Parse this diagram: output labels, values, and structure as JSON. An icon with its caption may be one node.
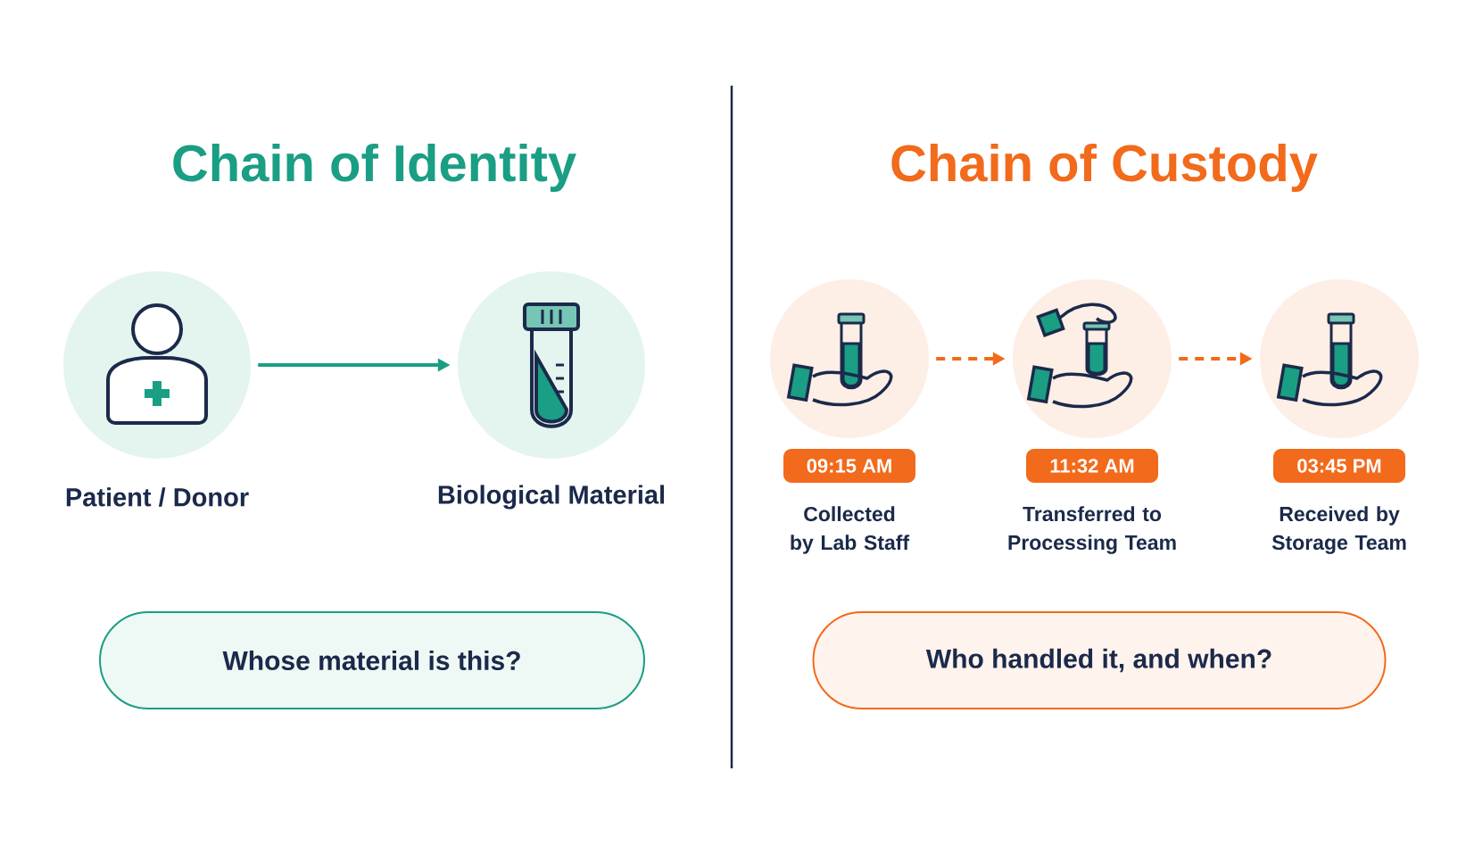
{
  "diagram": {
    "nodes": [
      {
        "text": [],
        "shape": "circle",
        "beside": [
          "Patient / Donor"
        ]
      },
      {
        "text": [],
        "shape": "circle",
        "beside": [
          "Biological Material"
        ]
      },
      {
        "text": [
          "Whose material is this?"
        ]
      },
      {
        "text": [],
        "shape": "circle",
        "beside": [
          "09:15 AM",
          "Collected by Lab Staff"
        ]
      },
      {
        "text": [],
        "shape": "circle",
        "beside": [
          "11:32 AM",
          "Transferred to Processing Team"
        ]
      },
      {
        "text": [],
        "shape": "circle",
        "beside": [
          "03:45 PM",
          "Received by Storage Team"
        ]
      },
      {
        "text": [
          "Who handled it, and when?"
        ]
      }
    ],
    "edges": [
      {
        "from": 0,
        "to": 1,
        "arrow": "to",
        "color": "#1a9e84"
      },
      {
        "from": 3,
        "to": 4,
        "arrow": "to",
        "style": "dashed"
      },
      {
        "from": 4,
        "to": 5,
        "arrow": "to",
        "style": "dashed"
      }
    ],
    "labels": [
      "Chain of Identity",
      "Chain of Custody"
    ]
  }
}
